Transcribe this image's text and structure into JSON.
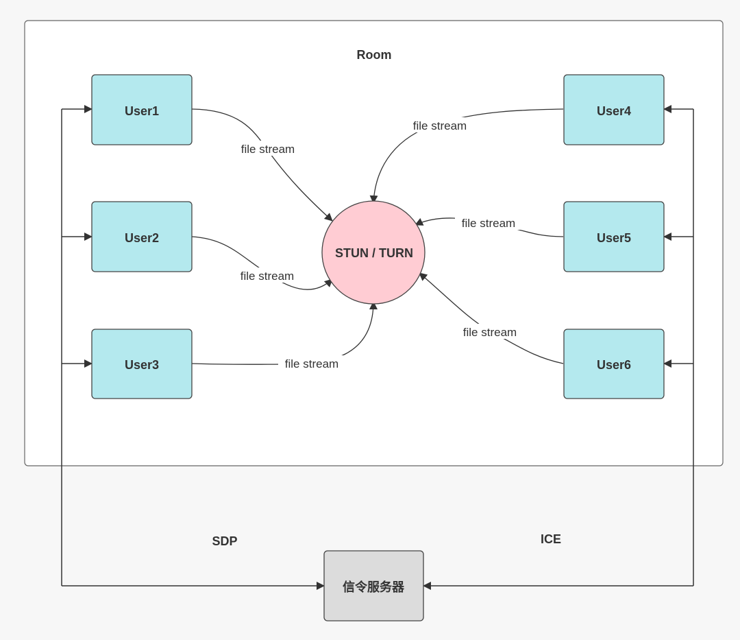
{
  "room": {
    "title": "Room"
  },
  "nodes": {
    "user1": "User1",
    "user2": "User2",
    "user3": "User3",
    "user4": "User4",
    "user5": "User5",
    "user6": "User6",
    "relay": "STUN / TURN",
    "signal": "信令服务器"
  },
  "edge_labels": {
    "e1": "file stream",
    "e2": "file stream",
    "e3": "file stream",
    "e4": "file stream",
    "e5": "file stream",
    "e6": "file stream"
  },
  "signaling": {
    "left": "SDP",
    "right": "ICE"
  },
  "colors": {
    "user_fill": "#b4e9ee",
    "relay_fill": "#ffccd3",
    "signal_fill": "#dcdcdc",
    "line": "#333333"
  }
}
